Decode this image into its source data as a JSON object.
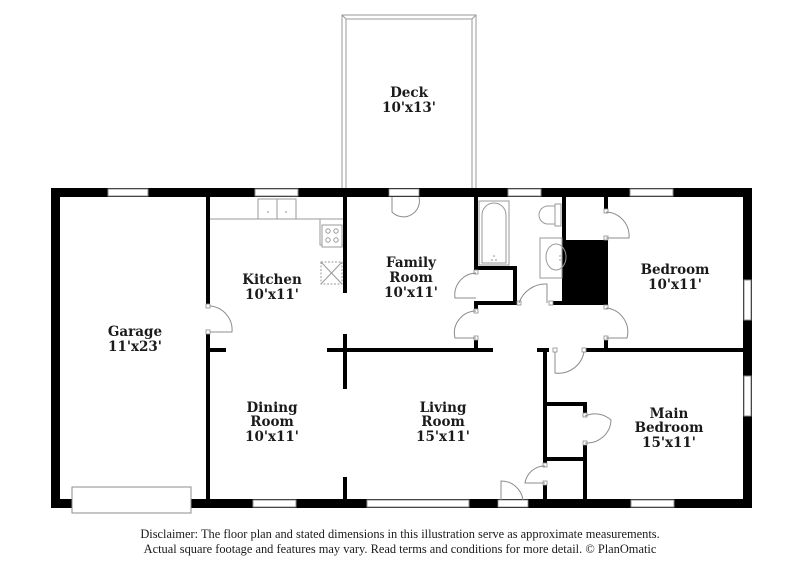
{
  "floor_plan": {
    "rooms": [
      {
        "id": "deck",
        "name_lines": [
          "Deck"
        ],
        "dimensions": "10'x13'"
      },
      {
        "id": "garage",
        "name_lines": [
          "Garage"
        ],
        "dimensions": "11'x23'"
      },
      {
        "id": "kitchen",
        "name_lines": [
          "Kitchen"
        ],
        "dimensions": "10'x11'"
      },
      {
        "id": "family-room",
        "name_lines": [
          "Family",
          "Room"
        ],
        "dimensions": "10'x11'"
      },
      {
        "id": "bedroom",
        "name_lines": [
          "Bedroom"
        ],
        "dimensions": "10'x11'"
      },
      {
        "id": "dining-room",
        "name_lines": [
          "Dining",
          "Room"
        ],
        "dimensions": "10'x11'"
      },
      {
        "id": "living-room",
        "name_lines": [
          "Living",
          "Room"
        ],
        "dimensions": "15'x11'"
      },
      {
        "id": "main-bedroom",
        "name_lines": [
          "Main",
          "Bedroom"
        ],
        "dimensions": "15'x11'"
      }
    ],
    "fixtures": [
      "kitchen-sink-icon",
      "stove-icon",
      "dishwasher-icon",
      "bathtub-icon",
      "toilet-icon",
      "bathroom-sink-icon"
    ],
    "colors": {
      "wall": "#000000",
      "fixture_line": "#9a9a9a",
      "background": "#ffffff",
      "text": "#1a1a1a"
    }
  },
  "disclaimer": {
    "line1": "Disclaimer: The floor plan and stated dimensions in this illustration serve as approximate measurements.",
    "line2": "Actual square footage and features may vary. Read terms and conditions for more detail. © PlanOmatic"
  }
}
